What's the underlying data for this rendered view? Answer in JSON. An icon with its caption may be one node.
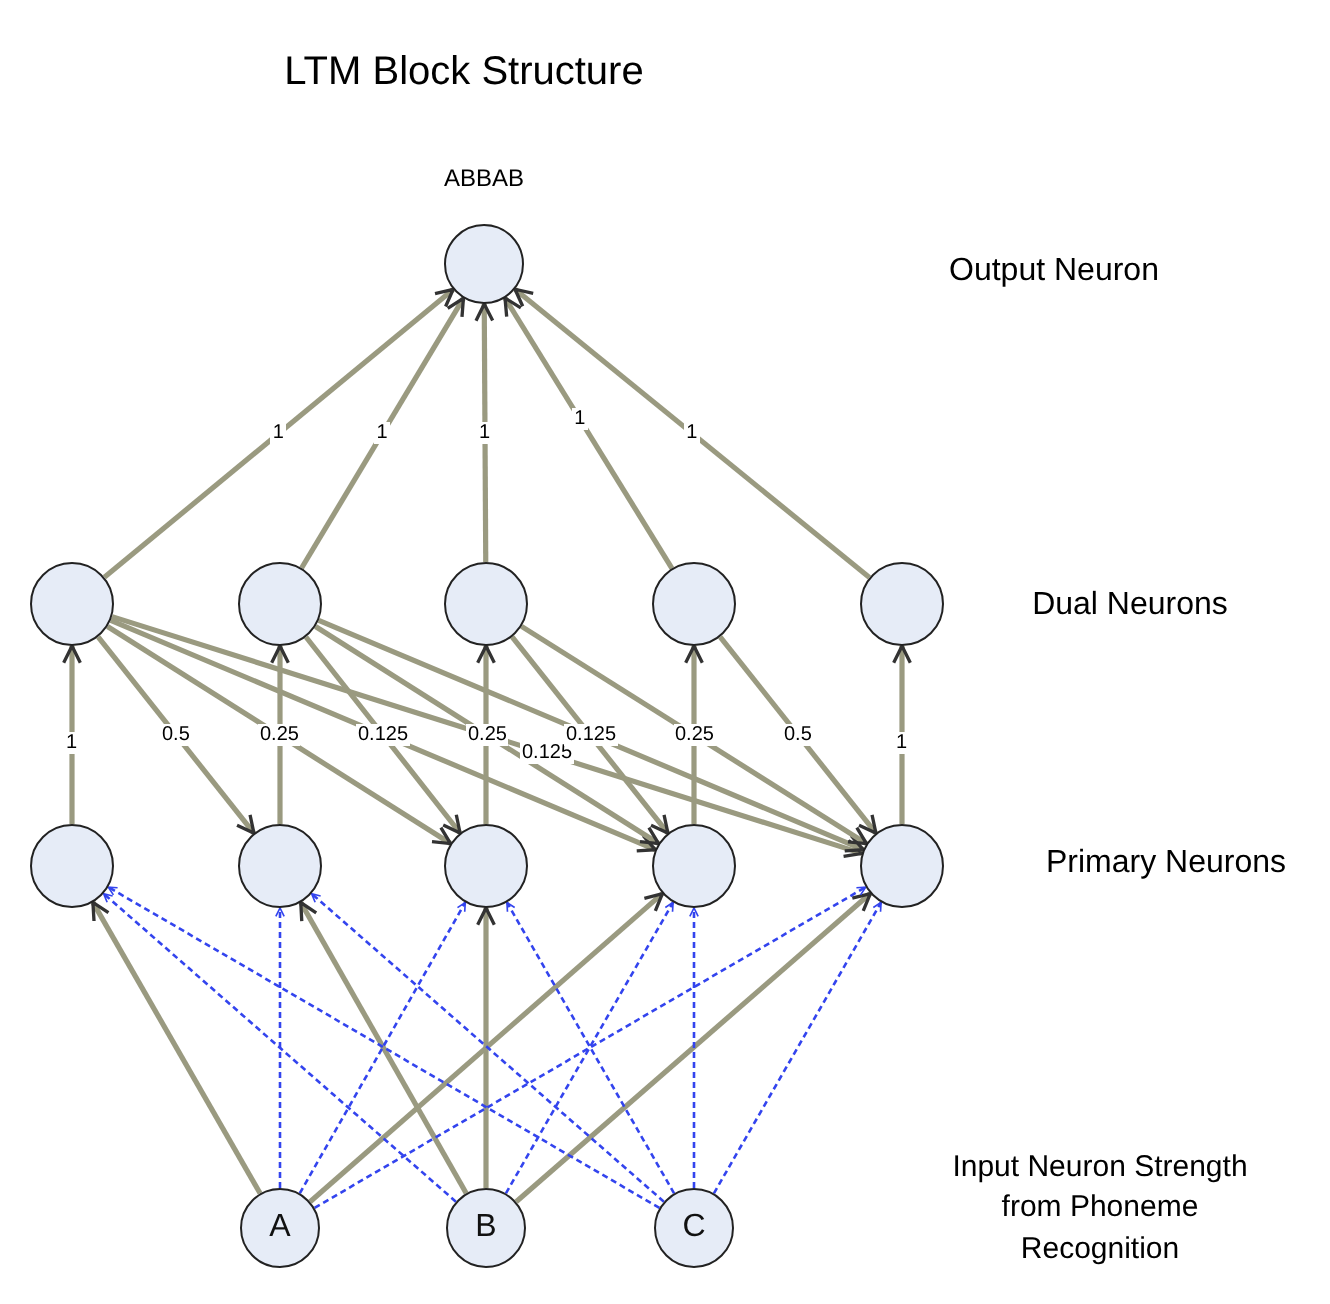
{
  "diagram": {
    "title": "LTM Block Structure",
    "nodes": [
      {
        "text": [],
        "shape": "circle",
        "beside": [
          "ABBAB"
        ]
      },
      {
        "text": [],
        "shape": "circle"
      },
      {
        "text": [],
        "shape": "circle"
      },
      {
        "text": [],
        "shape": "circle"
      },
      {
        "text": [],
        "shape": "circle"
      },
      {
        "text": [],
        "shape": "circle"
      },
      {
        "text": [],
        "shape": "circle"
      },
      {
        "text": [],
        "shape": "circle"
      },
      {
        "text": [],
        "shape": "circle"
      },
      {
        "text": [],
        "shape": "circle"
      },
      {
        "text": [],
        "shape": "circle"
      },
      {
        "text": [
          "A"
        ]
      },
      {
        "text": [
          "B"
        ]
      },
      {
        "text": [
          "C"
        ]
      }
    ],
    "edges": [
      {
        "from": 1,
        "to": 0,
        "arrow": "to",
        "label": "1"
      },
      {
        "from": 2,
        "to": 0,
        "arrow": "to",
        "label": "1"
      },
      {
        "from": 3,
        "to": 0,
        "arrow": "to",
        "label": "1"
      },
      {
        "from": 4,
        "to": 0,
        "arrow": "to",
        "label": "1"
      },
      {
        "from": 5,
        "to": 0,
        "arrow": "to",
        "label": "1"
      },
      {
        "from": 6,
        "to": 1,
        "arrow": "to",
        "label": "1"
      },
      {
        "from": 7,
        "to": 2,
        "arrow": "to"
      },
      {
        "from": 8,
        "to": 3,
        "arrow": "to"
      },
      {
        "from": 9,
        "to": 4,
        "arrow": "to"
      },
      {
        "from": 10,
        "to": 5,
        "arrow": "to",
        "label": "1"
      },
      {
        "from": 1,
        "to": 7,
        "arrow": "to",
        "label": "0.5"
      },
      {
        "from": 1,
        "to": 8,
        "arrow": "to",
        "label": "0.25"
      },
      {
        "from": 1,
        "to": 9,
        "arrow": "to",
        "label": "0.125"
      },
      {
        "from": 1,
        "to": 10,
        "arrow": "to",
        "label": "0.125"
      },
      {
        "from": 2,
        "to": 8,
        "arrow": "to"
      },
      {
        "from": 2,
        "to": 9,
        "arrow": "to",
        "label": "0.25"
      },
      {
        "from": 2,
        "to": 10,
        "arrow": "to",
        "label": "0.125"
      },
      {
        "from": 3,
        "to": 9,
        "arrow": "to"
      },
      {
        "from": 3,
        "to": 10,
        "arrow": "to",
        "label": "0.25"
      },
      {
        "from": 4,
        "to": 10,
        "arrow": "to",
        "label": "0.5"
      },
      {
        "from": 11,
        "to": 6,
        "arrow": "to"
      },
      {
        "from": 11,
        "to": 9,
        "arrow": "to"
      },
      {
        "from": 12,
        "to": 7,
        "arrow": "to"
      },
      {
        "from": 12,
        "to": 8,
        "arrow": "to"
      },
      {
        "from": 12,
        "to": 10,
        "arrow": "to"
      },
      {
        "from": 11,
        "to": 7,
        "arrow": "to",
        "style": "dashed",
        "color": "#3344ee"
      },
      {
        "from": 11,
        "to": 8,
        "arrow": "to",
        "style": "dashed",
        "color": "#3344ee"
      },
      {
        "from": 11,
        "to": 10,
        "arrow": "to",
        "style": "dashed",
        "color": "#3344ee"
      },
      {
        "from": 12,
        "to": 6,
        "arrow": "to",
        "style": "dashed",
        "color": "#3344ee"
      },
      {
        "from": 12,
        "to": 9,
        "arrow": "to",
        "style": "dashed",
        "color": "#3344ee"
      },
      {
        "from": 13,
        "to": 6,
        "arrow": "to",
        "style": "dashed",
        "color": "#3344ee"
      },
      {
        "from": 13,
        "to": 7,
        "arrow": "to",
        "style": "dashed",
        "color": "#3344ee"
      },
      {
        "from": 13,
        "to": 8,
        "arrow": "to",
        "style": "dashed",
        "color": "#3344ee"
      },
      {
        "from": 13,
        "to": 9,
        "arrow": "to",
        "style": "dashed",
        "color": "#3344ee"
      },
      {
        "from": 13,
        "to": 10,
        "arrow": "to",
        "style": "dashed",
        "color": "#3344ee"
      }
    ],
    "labels": [
      "Output Neuron",
      "Dual Neurons",
      "Primary Neurons",
      "Input Neuron Strength from Phoneme Recognition"
    ]
  }
}
